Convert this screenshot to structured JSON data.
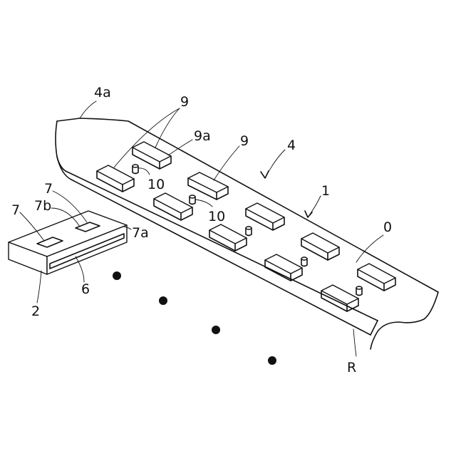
{
  "labels": {
    "label_4a": "4a",
    "label_9_top": "9",
    "label_9a": "9a",
    "label_9_mid": "9",
    "label_4": "4",
    "label_1": "1",
    "label_0": "0",
    "label_10_left": "10",
    "label_10_mid": "10",
    "label_7_top": "7",
    "label_7b": "7b",
    "label_7_left": "7",
    "label_7a": "7a",
    "label_6": "6",
    "label_2": "2",
    "label_R": "R"
  }
}
